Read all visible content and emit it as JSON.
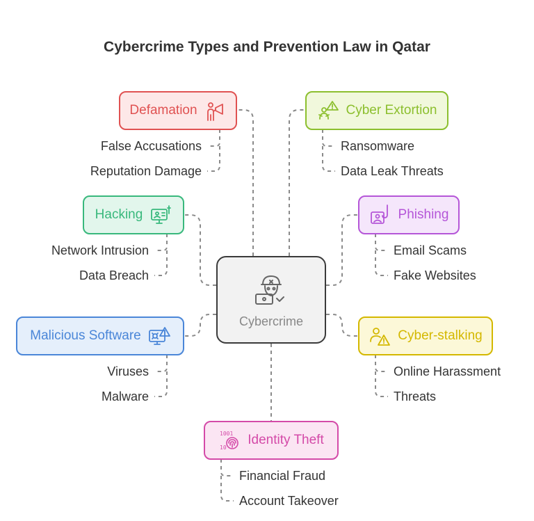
{
  "title": "Cybercrime Types and Prevention Law in Qatar",
  "center": {
    "label": "Cybercrime",
    "icon": "hacker-laptop-icon"
  },
  "categories": [
    {
      "label": "Defamation",
      "icon": "person-megaphone-icon",
      "color": "#e05252",
      "fill": "#fde8e8",
      "items": [
        "False Accusations",
        "Reputation Damage"
      ]
    },
    {
      "label": "Cyber Extortion",
      "icon": "warning-person-icon",
      "color": "#8cbf2e",
      "fill": "#f1f8dc",
      "items": [
        "Ransomware",
        "Data Leak Threats"
      ]
    },
    {
      "label": "Hacking",
      "icon": "monitor-hacking-icon",
      "color": "#38b87c",
      "fill": "#e2f6ec",
      "items": [
        "Network Intrusion",
        "Data Breach"
      ]
    },
    {
      "label": "Phishing",
      "icon": "phishing-hook-icon",
      "color": "#b556d8",
      "fill": "#f5e6fb",
      "items": [
        "Email Scams",
        "Fake Websites"
      ]
    },
    {
      "label": "Malicious Software",
      "icon": "malware-screen-icon",
      "color": "#4a86d8",
      "fill": "#e5effb",
      "items": [
        "Viruses",
        "Malware"
      ]
    },
    {
      "label": "Cyber-stalking",
      "icon": "stalker-warning-icon",
      "color": "#d4b800",
      "fill": "#fcf8d8",
      "items": [
        "Online Harassment",
        "Threats"
      ]
    },
    {
      "label": "Identity Theft",
      "icon": "binary-fingerprint-icon",
      "color": "#d44aa8",
      "fill": "#fbe5f3",
      "items": [
        "Financial Fraud",
        "Account Takeover"
      ]
    }
  ]
}
